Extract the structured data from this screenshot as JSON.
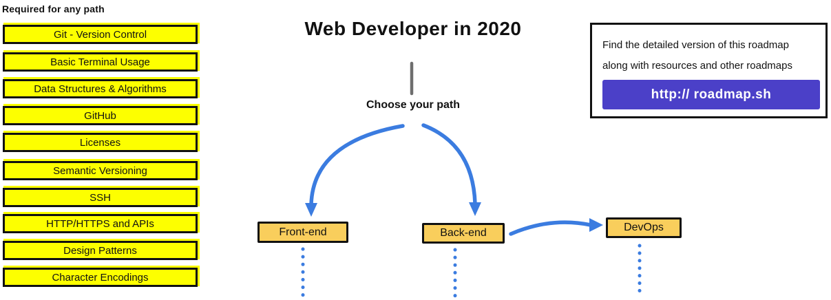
{
  "sidebar": {
    "heading": "Required for any path",
    "items": [
      "Git - Version Control",
      "Basic Terminal Usage",
      "Data Structures & Algorithms",
      "GitHub",
      "Licenses",
      "Semantic Versioning",
      "SSH",
      "HTTP/HTTPS and APIs",
      "Design Patterns",
      "Character Encodings"
    ]
  },
  "main": {
    "title": "Web Developer in 2020",
    "choose_label": "Choose your path",
    "paths": [
      {
        "label": "Front-end"
      },
      {
        "label": "Back-end"
      },
      {
        "label": "DevOps"
      }
    ]
  },
  "info_box": {
    "line1": "Find the detailed version of this roadmap",
    "line2": "along with resources and other roadmaps",
    "button_label": "http:// roadmap.sh"
  },
  "colors": {
    "topic_highlight_yellow": "#FDFF00",
    "path_node_amber": "#F9CE5C",
    "arrow_blue": "#3B7CE0",
    "button_purple": "#4B40C8",
    "border_black": "#111111",
    "stem_gray": "#6E6E6E"
  }
}
